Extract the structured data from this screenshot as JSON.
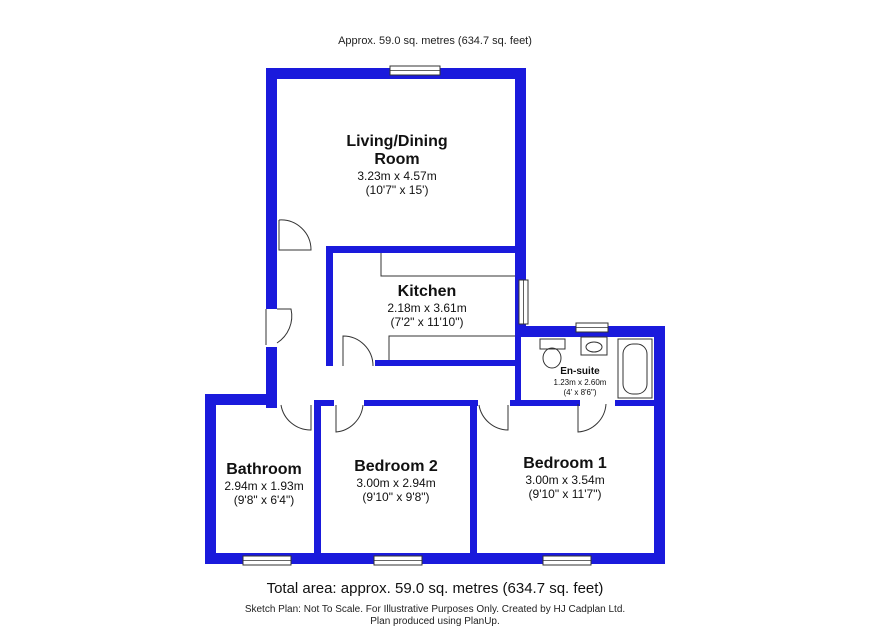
{
  "header": {
    "area_text": "Approx. 59.0 sq. metres (634.7 sq. feet)"
  },
  "colors": {
    "wall": "#1a1adc",
    "fixture": "#333333",
    "window_fill": "#ffffff"
  },
  "rooms": {
    "living": {
      "name_line1": "Living/Dining",
      "name_line2": "Room",
      "dim_metric": "3.23m x 4.57m",
      "dim_imperial": "(10'7\" x 15')"
    },
    "kitchen": {
      "name": "Kitchen",
      "dim_metric": "2.18m x 3.61m",
      "dim_imperial": "(7'2\" x 11'10\")"
    },
    "ensuite": {
      "name": "En-suite",
      "dim_metric": "1.23m x 2.60m",
      "dim_imperial": "(4' x 8'6\")"
    },
    "bathroom": {
      "name": "Bathroom",
      "dim_metric": "2.94m x 1.93m",
      "dim_imperial": "(9'8\" x 6'4\")"
    },
    "bedroom2": {
      "name": "Bedroom 2",
      "dim_metric": "3.00m x 2.94m",
      "dim_imperial": "(9'10\" x 9'8\")"
    },
    "bedroom1": {
      "name": "Bedroom 1",
      "dim_metric": "3.00m x 3.54m",
      "dim_imperial": "(9'10\" x 11'7\")"
    }
  },
  "footer": {
    "total_area": "Total area: approx. 59.0 sq. metres (634.7 sq. feet)",
    "note_line1": "Sketch Plan: Not To Scale. For Illustrative Purposes Only. Created by HJ Cadplan Ltd.",
    "note_line2": "Plan produced using PlanUp."
  }
}
